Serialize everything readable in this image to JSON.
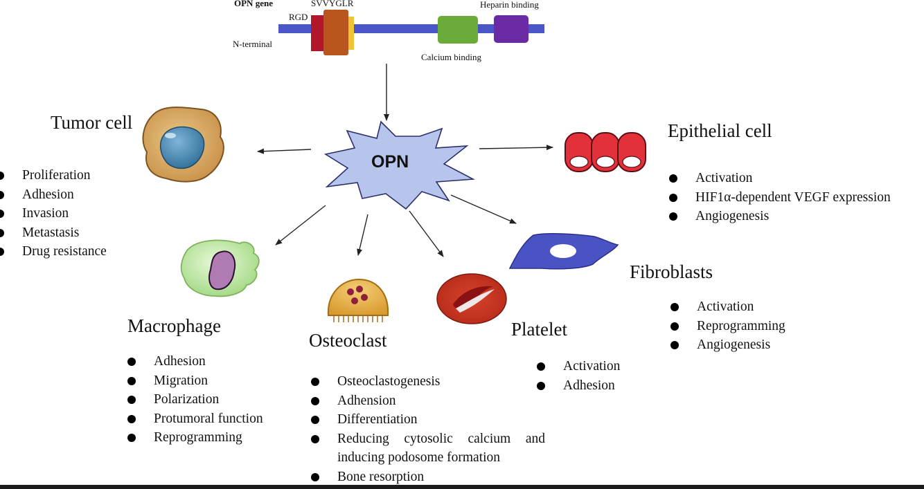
{
  "gene": {
    "title": "OPN gene",
    "labels": {
      "svvyglr": "SVVYGLR",
      "rgd": "RGD",
      "heparin": "Heparin binding",
      "n_terminal": "N-terminal",
      "calcium": "Calcium binding"
    },
    "colors": {
      "backbone": "#4a55c8",
      "rgd": "#b0182a",
      "svvyglr": "#b8561d",
      "yellow_band": "#f1c232",
      "calcium": "#6aab3a",
      "heparin": "#6a2aa3"
    }
  },
  "center": {
    "label": "OPN",
    "color": "#b7c4ec"
  },
  "tumor": {
    "title": "Tumor cell",
    "items": [
      "Proliferation",
      "Adhesion",
      "Invasion",
      "Metastasis",
      "Drug resistance"
    ]
  },
  "epithelial": {
    "title": "Epithelial cell",
    "items": [
      "Activation",
      "HIF1α-dependent VEGF expression",
      "Angiogenesis"
    ]
  },
  "macrophage": {
    "title": "Macrophage",
    "items": [
      "Adhesion",
      "Migration",
      "Polarization",
      "Protumoral function",
      "Reprogramming"
    ]
  },
  "osteoclast": {
    "title": "Osteoclast",
    "items": [
      "Osteoclastogenesis",
      "Adhension",
      "Differentiation",
      "Reducing cytosolic calcium and inducing podosome formation",
      "Bone resorption"
    ]
  },
  "platelet": {
    "title": "Platelet",
    "items": [
      "Activation",
      "Adhesion"
    ]
  },
  "fibroblasts": {
    "title": "Fibroblasts",
    "items": [
      "Activation",
      "Reprogramming",
      "Angiogenesis"
    ]
  }
}
